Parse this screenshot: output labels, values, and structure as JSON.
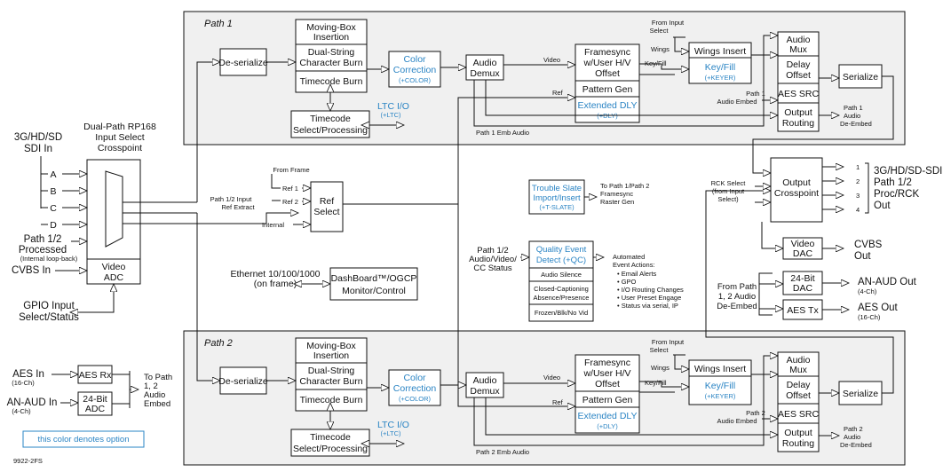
{
  "colors": {
    "option": "#2a84c4",
    "path_bg": "#f0f0f0"
  },
  "path1": {
    "title": "Path 1",
    "deserialize": "De-serialize",
    "mb1": "Moving-Box",
    "mb2": "Insertion",
    "ds1": "Dual-String",
    "ds2": "Character Burn",
    "tcb": "Timecode Burn",
    "cc1": "Color",
    "cc2": "Correction",
    "cc3": "(+COLOR)",
    "ltc1": "LTC  I/O",
    "ltc2": "(+LTC)",
    "tc1": "Timecode",
    "tc2": "Select/Processing",
    "ad1": "Audio",
    "ad2": "Demux",
    "video": "Video",
    "ref": "Ref",
    "fs1": "Framesync",
    "fs2": "w/User H/V",
    "fs3": "Offset",
    "pg": "Pattern Gen",
    "ed1": "Extended DLY",
    "ed2": "(+DLY)",
    "fis1": "From Input",
    "fis2": "Select",
    "wings": "Wings",
    "keyfill": "Key/Fill",
    "wi": "Wings Insert",
    "kf1": "Key/Fill",
    "kf2": "(+KEYER)",
    "am1": "Audio",
    "am2": "Mux",
    "do1": "Delay",
    "do2": "Offset",
    "aes_src": "AES SRC",
    "or1": "Output",
    "or2": "Routing",
    "embed1": "Path 1",
    "embed2": "Audio Embed",
    "serialize": "Serialize",
    "deemb1": "Path 1",
    "deemb2": "Audio",
    "deemb3": "De-Embed",
    "emb_audio": "Path 1 Emb Audio"
  },
  "path2": {
    "title": "Path 2",
    "deserialize": "De-serialize",
    "mb1": "Moving-Box",
    "mb2": "Insertion",
    "ds1": "Dual-String",
    "ds2": "Character Burn",
    "tcb": "Timecode Burn",
    "cc1": "Color",
    "cc2": "Correction",
    "cc3": "(+COLOR)",
    "ltc1": "LTC  I/O",
    "ltc2": "(+LTC)",
    "tc1": "Timecode",
    "tc2": "Select/Processing",
    "ad1": "Audio",
    "ad2": "Demux",
    "video": "Video",
    "ref": "Ref",
    "fs1": "Framesync",
    "fs2": "w/User H/V",
    "fs3": "Offset",
    "pg": "Pattern Gen",
    "ed1": "Extended DLY",
    "ed2": "(+DLY)",
    "fis1": "From Input",
    "fis2": "Select",
    "wings": "Wings",
    "keyfill": "Key/Fill",
    "wi": "Wings Insert",
    "kf1": "Key/Fill",
    "kf2": "(+KEYER)",
    "am1": "Audio",
    "am2": "Mux",
    "do1": "Delay",
    "do2": "Offset",
    "aes_src": "AES SRC",
    "or1": "Output",
    "or2": "Routing",
    "embed1": "Path 2",
    "embed2": "Audio Embed",
    "serialize": "Serialize",
    "deemb1": "Path 2",
    "deemb2": "Audio",
    "deemb3": "De-Embed",
    "emb_audio": "Path 2 Emb Audio"
  },
  "inputs": {
    "xp1": "Dual-Path RP168",
    "xp2": "Input Select",
    "xp3": "Crosspoint",
    "sdi1": "3G/HD/SD",
    "sdi2": "SDI In",
    "a": "A",
    "b": "B",
    "c": "C",
    "d": "D",
    "proc1": "Path 1/2",
    "proc2": "Processed",
    "proc3": "(Internal loop-back)",
    "cvbs": "CVBS In",
    "vadc1": "Video",
    "vadc2": "ADC",
    "gpio1": "GPIO Input",
    "gpio2": "Select/Status"
  },
  "ref": {
    "extract1": "Path 1/2 Input",
    "extract2": "Ref Extract",
    "from_frame": "From Frame",
    "ref1": "Ref 1",
    "ref2": "Ref 2",
    "internal": "Internal",
    "sel1": "Ref",
    "sel2": "Select"
  },
  "ethernet": {
    "l1": "Ethernet 10/100/1000",
    "l2": "(on frame)",
    "d1": "DashBoard™/OGCP",
    "d2": "Monitor/Control"
  },
  "slate": {
    "l1": "Trouble Slate",
    "l2": "Import/Insert",
    "l3": "(+T-SLATE)",
    "to1": "To Path 1/Path 2",
    "to2": "Framesync",
    "to3": "Raster Gen"
  },
  "qc": {
    "in1": "Path 1/2",
    "in2": "Audio/Video/",
    "in3": "CC Status",
    "h1": "Quality Event",
    "h2": "Detect (+QC)",
    "s1": "Audio Silence",
    "s2a": "Closed-Captioning",
    "s2b": "Absence/Presence",
    "s3": "Frozen/Blk/No Vid",
    "ae1": "Automated",
    "ae2": "Event Actions:",
    "items": [
      "• Email Alerts",
      "• GPO",
      "• I/O Routing Changes",
      "• User Preset Engage",
      "• Status via serial, IP"
    ]
  },
  "output": {
    "rck1": "RCK Select",
    "rck2": "(from Input",
    "rck3": "Select)",
    "xp1": "Output",
    "xp2": "Crosspoint",
    "n1": "1",
    "n2": "2",
    "n3": "3",
    "n4": "4",
    "o1": "3G/HD/SD-SDI",
    "o2": "Path 1/2",
    "o3": "Proc/RCK",
    "o4": "Out",
    "vdac1": "Video",
    "vdac2": "DAC",
    "cvbs1": "CVBS",
    "cvbs2": "Out",
    "fp1": "From Path",
    "fp2": "1, 2 Audio",
    "fp3": "De-Embed",
    "dac1": "24-Bit",
    "dac2": "DAC",
    "anaud1": "AN-AUD Out",
    "anaud2": "(4-Ch)",
    "aestx": "AES Tx",
    "aesout1": "AES Out",
    "aesout2": "(16-Ch)"
  },
  "audio_in": {
    "aes1": "AES In",
    "aes2": "(16-Ch)",
    "aesrx": "AES Rx",
    "an1": "AN-AUD In",
    "an2": "(4-Ch)",
    "adc1": "24-Bit",
    "adc2": "ADC",
    "to1": "To Path",
    "to2": "1, 2",
    "to3": "Audio",
    "to4": "Embed"
  },
  "legend": "this color denotes option",
  "fig_id": "9922-2FS"
}
